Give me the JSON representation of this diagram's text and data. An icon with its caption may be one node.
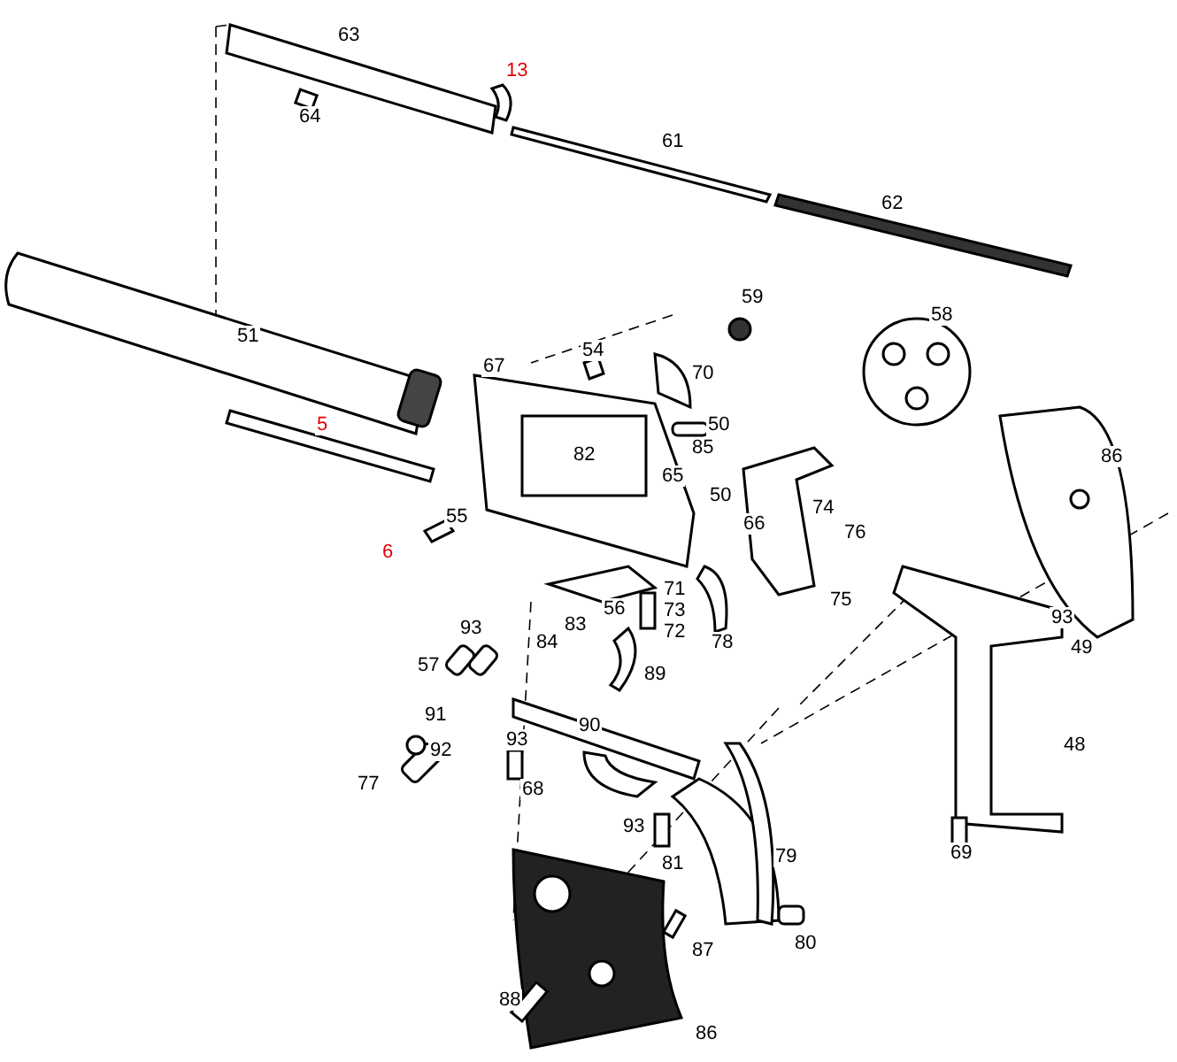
{
  "diagram": {
    "labels": [
      "63",
      "13",
      "64",
      "61",
      "62",
      "59",
      "58",
      "51",
      "54",
      "67",
      "70",
      "50",
      "5",
      "82",
      "86",
      "85",
      "65",
      "50",
      "55",
      "74",
      "66",
      "76",
      "6",
      "71",
      "75",
      "73",
      "93",
      "56",
      "83",
      "93",
      "72",
      "49",
      "84",
      "78",
      "57",
      "89",
      "91",
      "90",
      "92",
      "48",
      "93",
      "77",
      "68",
      "93",
      "81",
      "79",
      "69",
      "80",
      "87",
      "88",
      "86"
    ]
  }
}
